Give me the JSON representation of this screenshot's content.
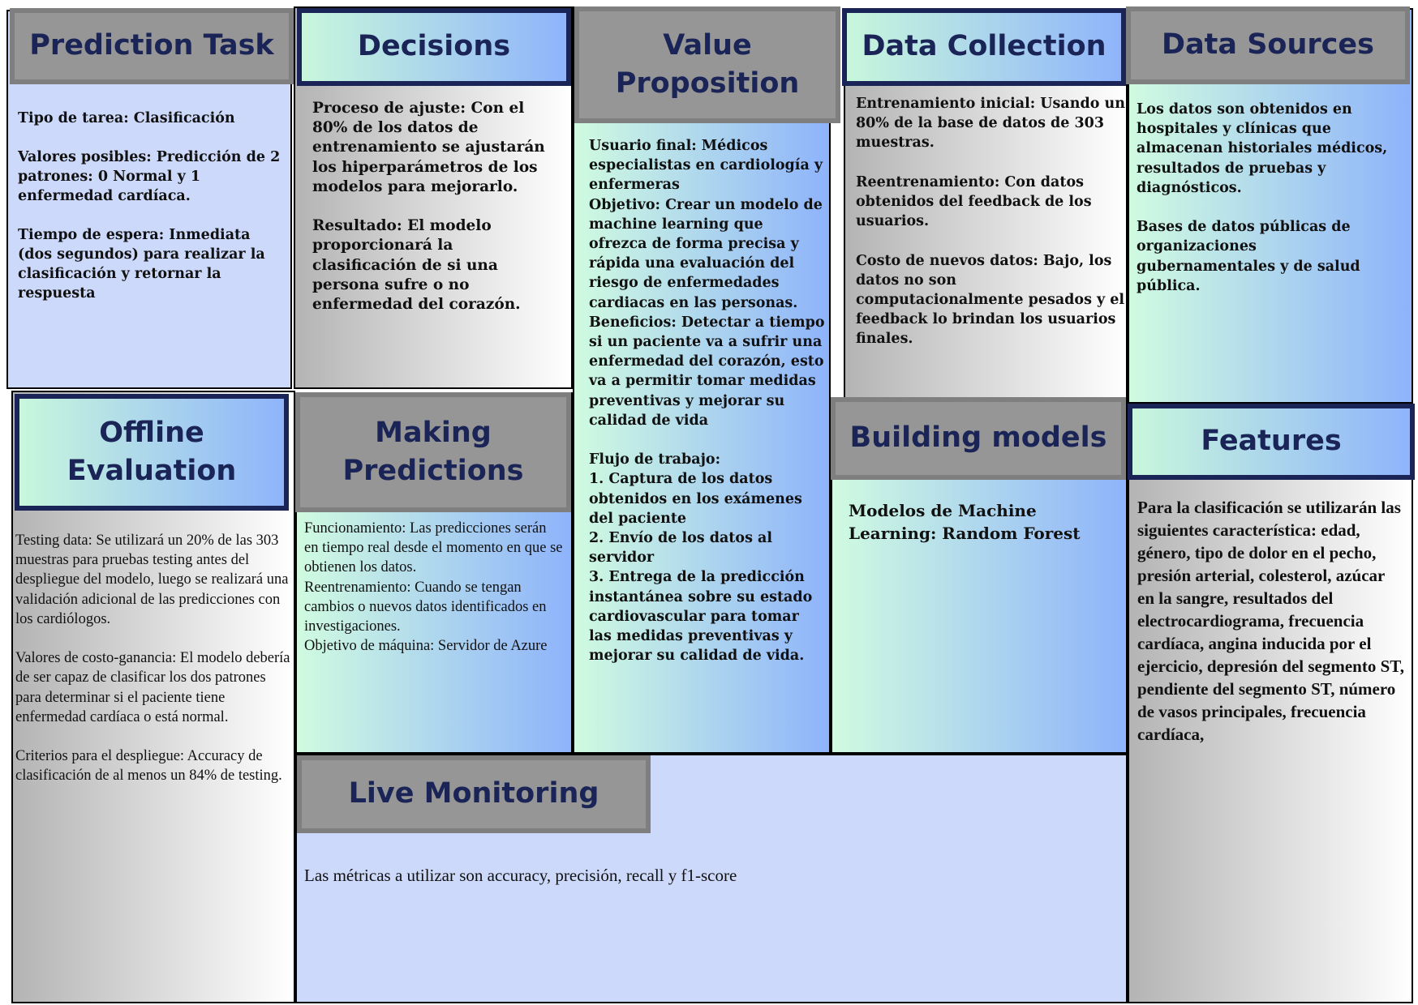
{
  "canvas": {
    "prediction_task": {
      "title": "Prediction Task",
      "text": "Tipo de tarea: Clasificación\n\nValores posibles: Predicción de 2 patrones: 0 Normal y 1 enfermedad cardíaca.\n\nTiempo de espera: Inmediata (dos segundos) para realizar la clasificación y retornar la respuesta"
    },
    "decisions": {
      "title": "Decisions",
      "text": "Proceso de ajuste: Con el 80% de los datos de entrenamiento se ajustarán los hiperparámetros de los modelos para mejorarlo.\n\nResultado: El modelo proporcionará la clasificación de si una persona sufre o no enfermedad del corazón."
    },
    "value_proposition": {
      "title": "Value Proposition",
      "text": "Usuario final: Médicos especialistas en cardiología y enfermeras\nObjetivo: Crear un modelo de machine learning que ofrezca de forma precisa y rápida una evaluación del riesgo de enfermedades cardiacas en las personas.\nBeneficios: Detectar a tiempo si un paciente va a sufrir una enfermedad del corazón, esto va a permitir tomar medidas preventivas y mejorar su calidad de vida\n\nFlujo de trabajo:\n1. Captura de los datos obtenidos en los exámenes del paciente\n2. Envío de los datos al servidor\n3. Entrega de la predicción instantánea sobre su estado cardiovascular para tomar las medidas preventivas y mejorar su calidad de vida."
    },
    "data_collection": {
      "title": "Data Collection",
      "text": "Entrenamiento inicial: Usando un 80% de la base de datos de 303 muestras.\n\nReentrenamiento: Con datos obtenidos del feedback de los usuarios.\n\nCosto de nuevos datos: Bajo, los datos no son computacionalmente pesados y el feedback lo brindan los usuarios finales."
    },
    "data_sources": {
      "title": "Data Sources",
      "text": "Los datos son obtenidos en hospitales y clínicas que almacenan historiales médicos, resultados de pruebas y diagnósticos.\n\nBases de datos públicas de organizaciones gubernamentales y de salud pública."
    },
    "offline_evaluation": {
      "title": "Offline Evaluation",
      "text": "Testing data: Se utilizará un 20% de las 303 muestras para pruebas testing antes del despliegue del modelo, luego se realizará una validación adicional de las predicciones con los cardiólogos.\n\nValores de costo-ganancia: El modelo debería de ser capaz de clasificar los dos patrones para determinar si el paciente tiene enfermedad cardíaca o está normal.\n\nCriterios para el despliegue: Accuracy de clasificación de al menos un 84% de testing."
    },
    "making_predictions": {
      "title": "Making Predictions",
      "text": "Funcionamiento: Las predicciones serán en tiempo real desde el momento en que se obtienen los datos.\nReentrenamiento: Cuando se tengan cambios o nuevos datos identificados en investigaciones.\nObjetivo de máquina: Servidor de Azure"
    },
    "building_models": {
      "title": "Building models",
      "text": "Modelos de Machine Learning: Random Forest"
    },
    "features": {
      "title": "Features",
      "text": "Para la clasificación se utilizarán las siguientes característica: edad, género, tipo de dolor en el pecho, presión arterial, colesterol, azúcar en la sangre, resultados del electrocardiograma, frecuencia cardíaca, angina inducida por el ejercicio, depresión del segmento ST, pendiente del segmento ST, número de vasos principales, frecuencia cardíaca,"
    },
    "live_monitoring": {
      "title": "Live Monitoring",
      "text": "Las métricas a utilizar son accuracy, precisión, recall y f1-score"
    }
  }
}
